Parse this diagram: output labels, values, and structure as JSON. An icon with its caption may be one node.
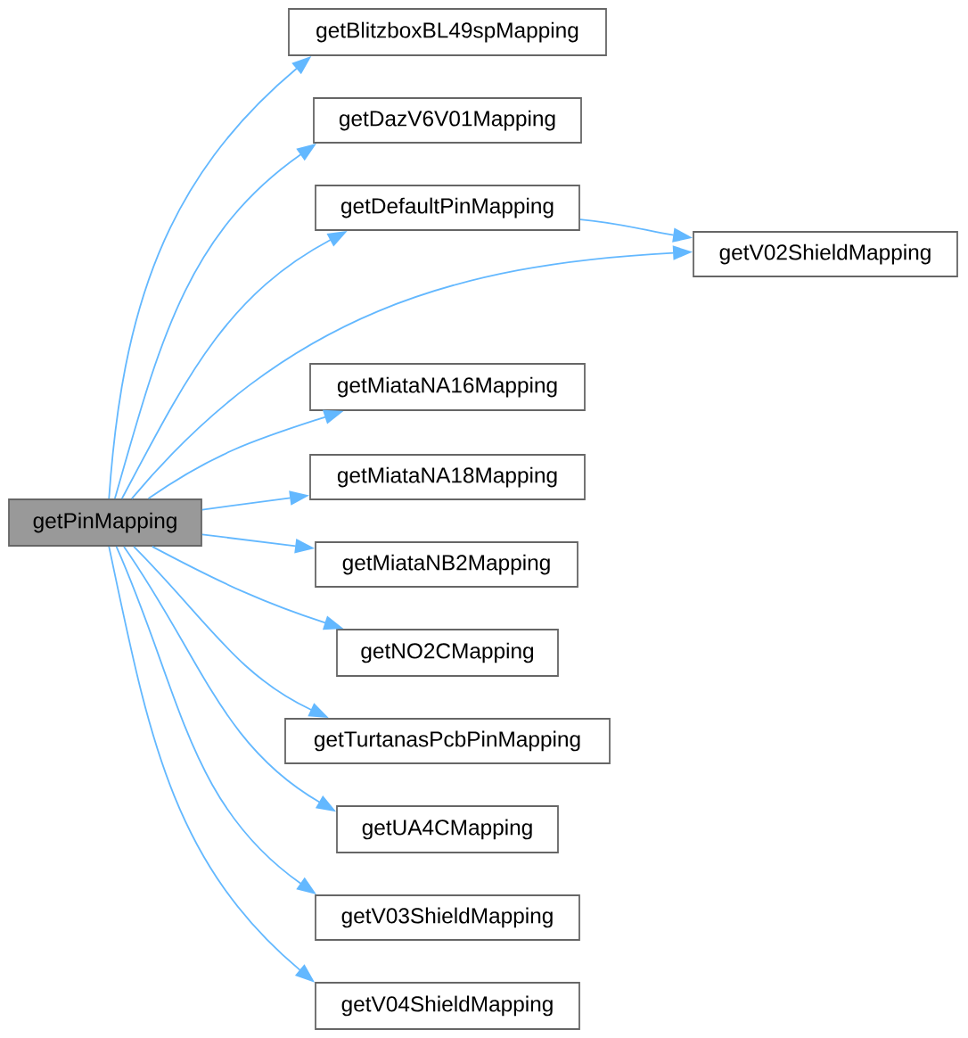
{
  "diagram": {
    "nodes": [
      {
        "text": [
          "getPinMapping"
        ]
      },
      {
        "text": [
          "getBlitzboxBL49spMapping"
        ]
      },
      {
        "text": [
          "getDazV6V01Mapping"
        ]
      },
      {
        "text": [
          "getDefaultPinMapping"
        ]
      },
      {
        "text": [
          "getV02ShieldMapping"
        ]
      },
      {
        "text": [
          "getMiataNA16Mapping"
        ]
      },
      {
        "text": [
          "getMiataNA18Mapping"
        ]
      },
      {
        "text": [
          "getMiataNB2Mapping"
        ]
      },
      {
        "text": [
          "getNO2CMapping"
        ]
      },
      {
        "text": [
          "getTurtanasPcbPinMapping"
        ]
      },
      {
        "text": [
          "getUA4CMapping"
        ]
      },
      {
        "text": [
          "getV03ShieldMapping"
        ]
      },
      {
        "text": [
          "getV04ShieldMapping"
        ]
      }
    ],
    "edges": [
      {
        "from": 0,
        "to": 1,
        "arrow": "to"
      },
      {
        "from": 0,
        "to": 2,
        "arrow": "to"
      },
      {
        "from": 0,
        "to": 3,
        "arrow": "to"
      },
      {
        "from": 0,
        "to": 4,
        "arrow": "to"
      },
      {
        "from": 3,
        "to": 4,
        "arrow": "to"
      },
      {
        "from": 0,
        "to": 5,
        "arrow": "to"
      },
      {
        "from": 0,
        "to": 6,
        "arrow": "to"
      },
      {
        "from": 0,
        "to": 7,
        "arrow": "to"
      },
      {
        "from": 0,
        "to": 8,
        "arrow": "to"
      },
      {
        "from": 0,
        "to": 9,
        "arrow": "to"
      },
      {
        "from": 0,
        "to": 10,
        "arrow": "to"
      },
      {
        "from": 0,
        "to": 11,
        "arrow": "to"
      },
      {
        "from": 0,
        "to": 12,
        "arrow": "to"
      }
    ]
  }
}
